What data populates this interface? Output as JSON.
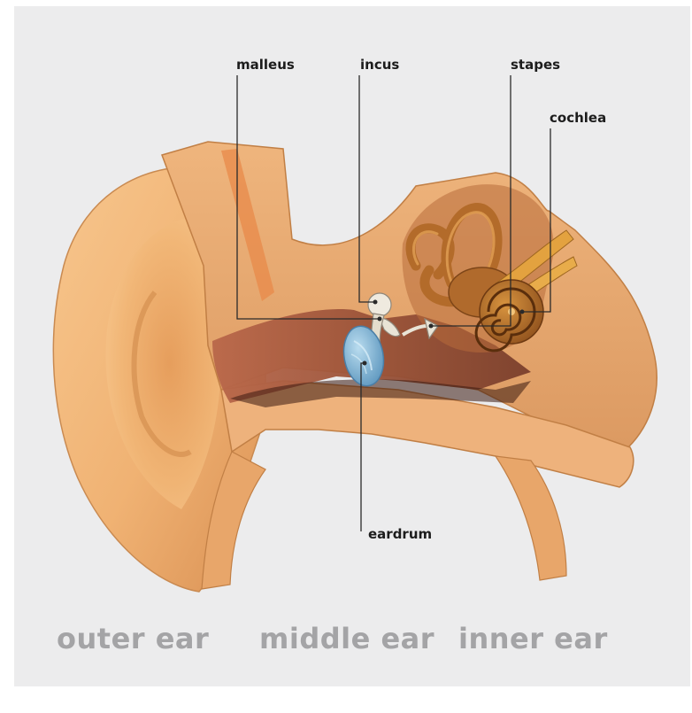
{
  "labels": {
    "malleus": "malleus",
    "incus": "incus",
    "stapes": "stapes",
    "cochlea": "cochlea",
    "eardrum": "eardrum"
  },
  "regions": {
    "outer": "outer ear",
    "middle": "middle ear",
    "inner": "inner ear"
  },
  "colors": {
    "background": "#ececed",
    "skin": "#f3b878",
    "skin_shadow": "#d98e4c",
    "canal": "#8a4a30",
    "bone": "#b26a2c",
    "eardrum": "#7fb2d2",
    "ossicle": "#e9e4d6",
    "leader_line": "#2a2a2a",
    "region_text": "#a4a4a6"
  }
}
